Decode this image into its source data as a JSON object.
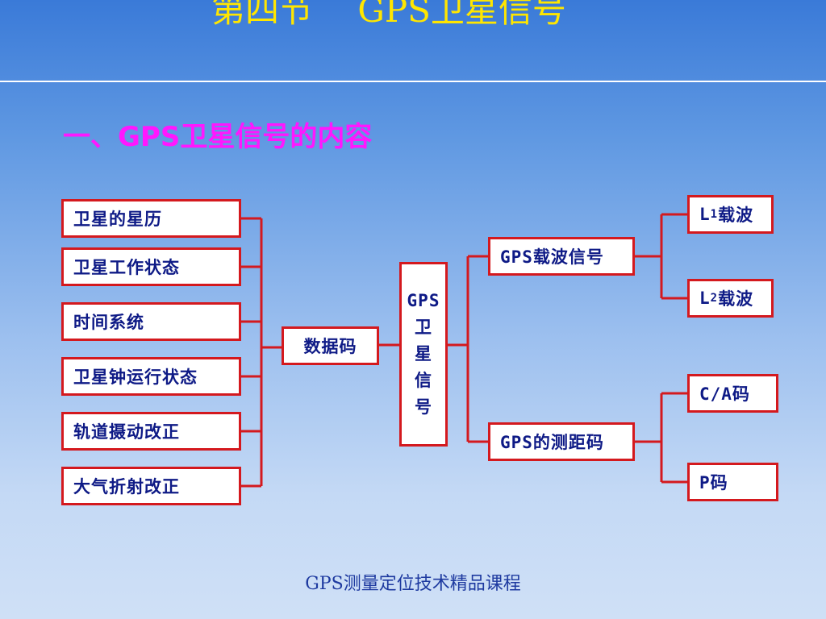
{
  "slide": {
    "title": "第四节　 GPS卫星信号",
    "section_heading": "一、GPS卫星信号的内容",
    "footer": "GPS测量定位技术精品课程"
  },
  "diagram": {
    "left_items": [
      "卫星的星历",
      "卫星工作状态",
      "时间系统",
      "卫星钟运行状态",
      "轨道摄动改正",
      "大气折射改正"
    ],
    "data_code": "数据码",
    "root": [
      "GPS",
      "卫",
      "星",
      "信",
      "号"
    ],
    "carrier_signal": "GPS载波信号",
    "ranging_code": "GPS的测距码",
    "carrier_leaves": [
      {
        "letter": "L",
        "sub": "1",
        "suffix": "载波"
      },
      {
        "letter": "L",
        "sub": "2",
        "suffix": "载波"
      }
    ],
    "code_leaves": [
      "C/A码",
      "P码"
    ],
    "colors": {
      "box_border": "#d4191e",
      "box_text": "#0e1a86",
      "title": "#ffe600",
      "heading": "#ff17ff"
    }
  }
}
